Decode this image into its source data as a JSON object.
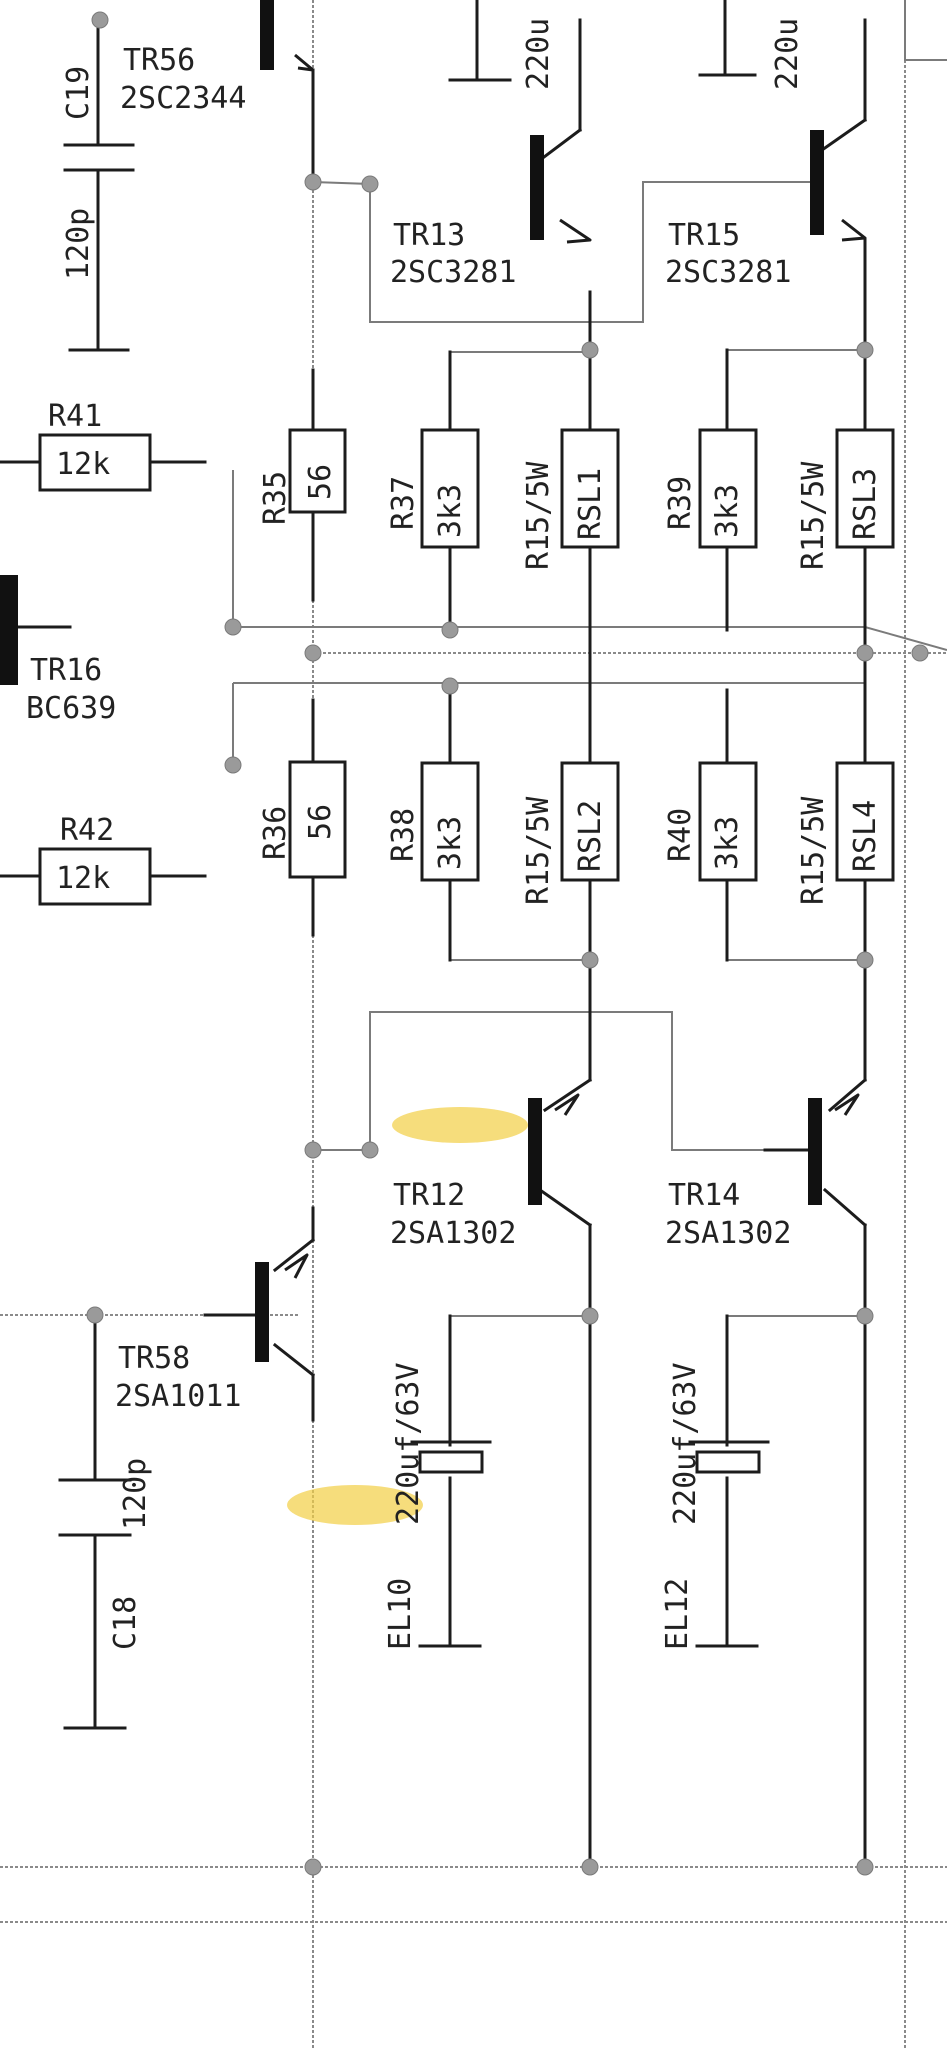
{
  "labels": {
    "tr56_ref": "TR56",
    "tr56_part": "2SC2344",
    "c19_ref": "C19",
    "c19_val": "120p",
    "top_cap_a": "220u",
    "top_cap_b": "220u",
    "tr13_ref": "TR13",
    "tr13_part": "2SC3281",
    "tr15_ref": "TR15",
    "tr15_part": "2SC3281",
    "r41_ref": "R41",
    "r41_val": "12k",
    "r35_ref": "R35",
    "r35_val": "56",
    "r37_ref": "R37",
    "r37_val": "3k3",
    "rsl1_rating": "R15/5W",
    "rsl1_ref": "RSL1",
    "r39_ref": "R39",
    "r39_val": "3k3",
    "rsl3_rating": "R15/5W",
    "rsl3_ref": "RSL3",
    "tr16_ref": "TR16",
    "tr16_part": "BC639",
    "r42_ref": "R42",
    "r42_val": "12k",
    "r36_ref": "R36",
    "r36_val": "56",
    "r38_ref": "R38",
    "r38_val": "3k3",
    "rsl2_rating": "R15/5W",
    "rsl2_ref": "RSL2",
    "r40_ref": "R40",
    "r40_val": "3k3",
    "rsl4_rating": "R15/5W",
    "rsl4_ref": "RSL4",
    "tr12_ref": "TR12",
    "tr12_part": "2SA1302",
    "tr14_ref": "TR14",
    "tr14_part": "2SA1302",
    "tr58_ref": "TR58",
    "tr58_part": "2SA1011",
    "c18_ref": "C18",
    "c18_val": "120p",
    "el10_ref": "EL10",
    "el10_val": "220uf/63V",
    "el12_ref": "EL12",
    "el12_val": "220uf/63V"
  },
  "colors": {
    "ink": "#1c1c1c",
    "trace": "#7b7b7b",
    "highlight": "#f2cf45"
  }
}
